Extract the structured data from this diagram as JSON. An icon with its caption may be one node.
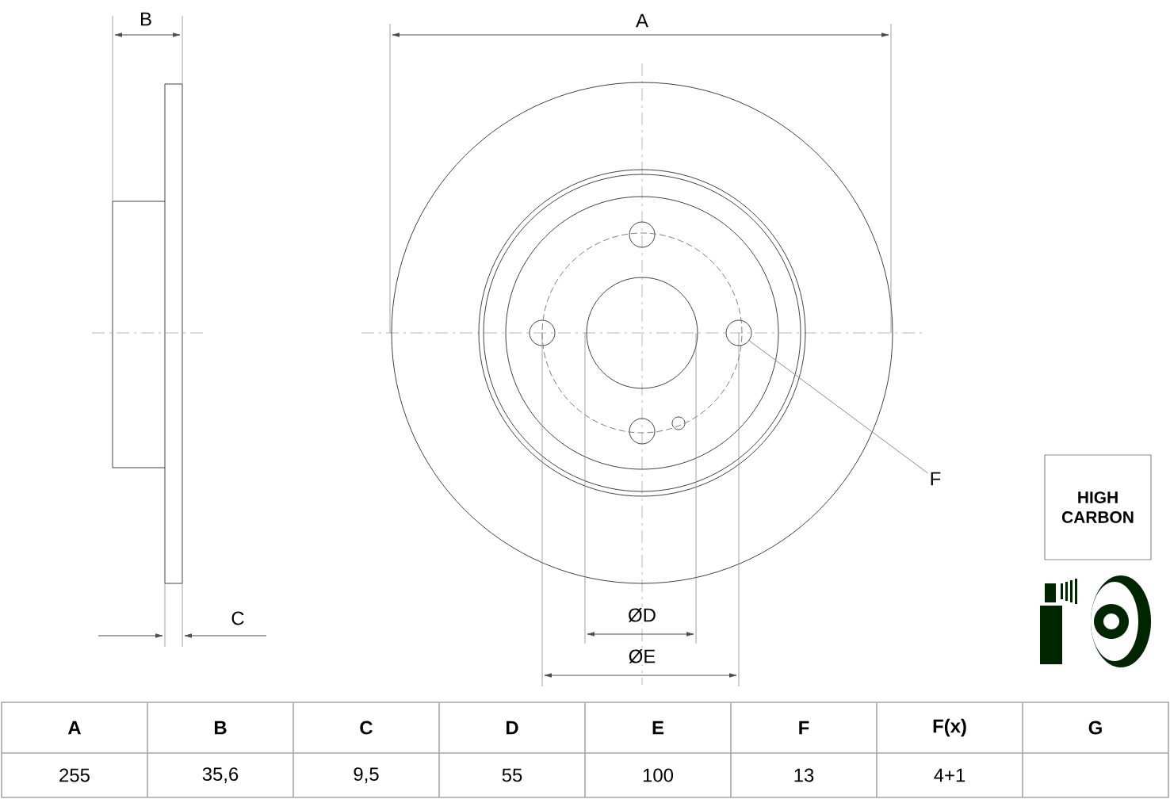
{
  "diagram": {
    "nodes": [
      {
        "text": [],
        "shape": "circle"
      },
      {
        "text": [
          "F"
        ]
      },
      {
        "text": [
          "HIGH CARBON"
        ]
      }
    ],
    "edges": [
      {
        "from": 1,
        "to": 0,
        "arrow": "none"
      }
    ],
    "labels": [
      "B",
      "A",
      "C",
      "ØD",
      "ØE",
      "A",
      "B",
      "C",
      "D",
      "E",
      "F",
      "F(x)",
      "G",
      "255",
      "35,6",
      "9,5",
      "55",
      "100",
      "13",
      "4+1"
    ]
  }
}
